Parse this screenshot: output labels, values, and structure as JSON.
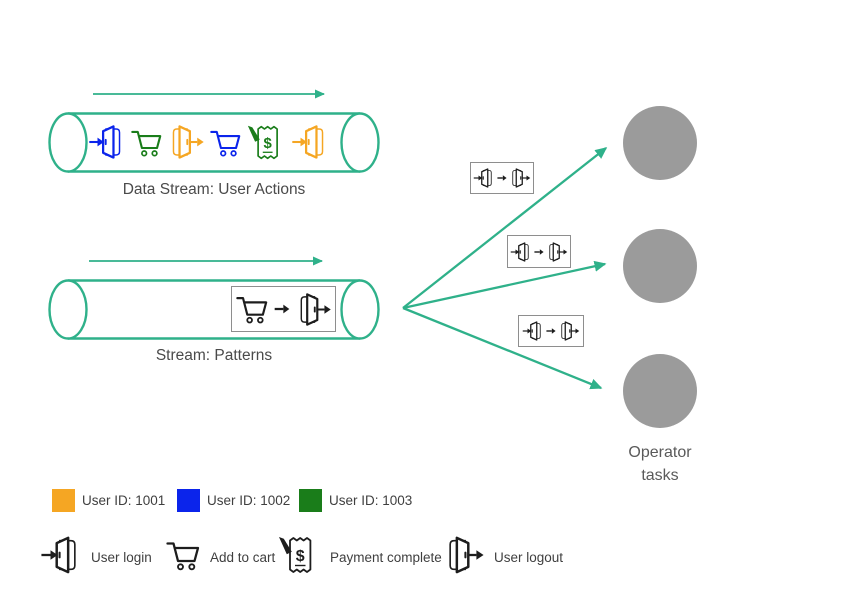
{
  "colors": {
    "teal": "#2FB18A",
    "operator_circle": "#9B9B9B",
    "icon_black": "#1D1D1D",
    "pattern_box_border": "#8E8E8E"
  },
  "users": [
    {
      "id": "1001",
      "label": "User ID: 1001",
      "color": "#F5A623"
    },
    {
      "id": "1002",
      "label": "User ID: 1002",
      "color": "#0B24EB"
    },
    {
      "id": "1003",
      "label": "User ID: 1003",
      "color": "#1A7D1A"
    }
  ],
  "event_types": [
    {
      "key": "user-login",
      "label": "User login"
    },
    {
      "key": "add-to-cart",
      "label": "Add to cart"
    },
    {
      "key": "payment-complete",
      "label": "Payment complete"
    },
    {
      "key": "user-logout",
      "label": "User logout"
    }
  ],
  "stream1": {
    "label": "Data Stream: User Actions",
    "events": [
      {
        "type": "user-login",
        "user": "1002"
      },
      {
        "type": "add-to-cart",
        "user": "1003"
      },
      {
        "type": "user-logout",
        "user": "1001"
      },
      {
        "type": "add-to-cart",
        "user": "1002"
      },
      {
        "type": "payment-complete",
        "user": "1003"
      },
      {
        "type": "user-login",
        "user": "1001"
      }
    ]
  },
  "stream2": {
    "label": "Stream: Patterns",
    "pattern": [
      "add-to-cart",
      "user-logout"
    ]
  },
  "operator": {
    "label": "Operator tasks",
    "task_count": 3,
    "match_pattern": [
      "user-login",
      "user-logout"
    ]
  }
}
